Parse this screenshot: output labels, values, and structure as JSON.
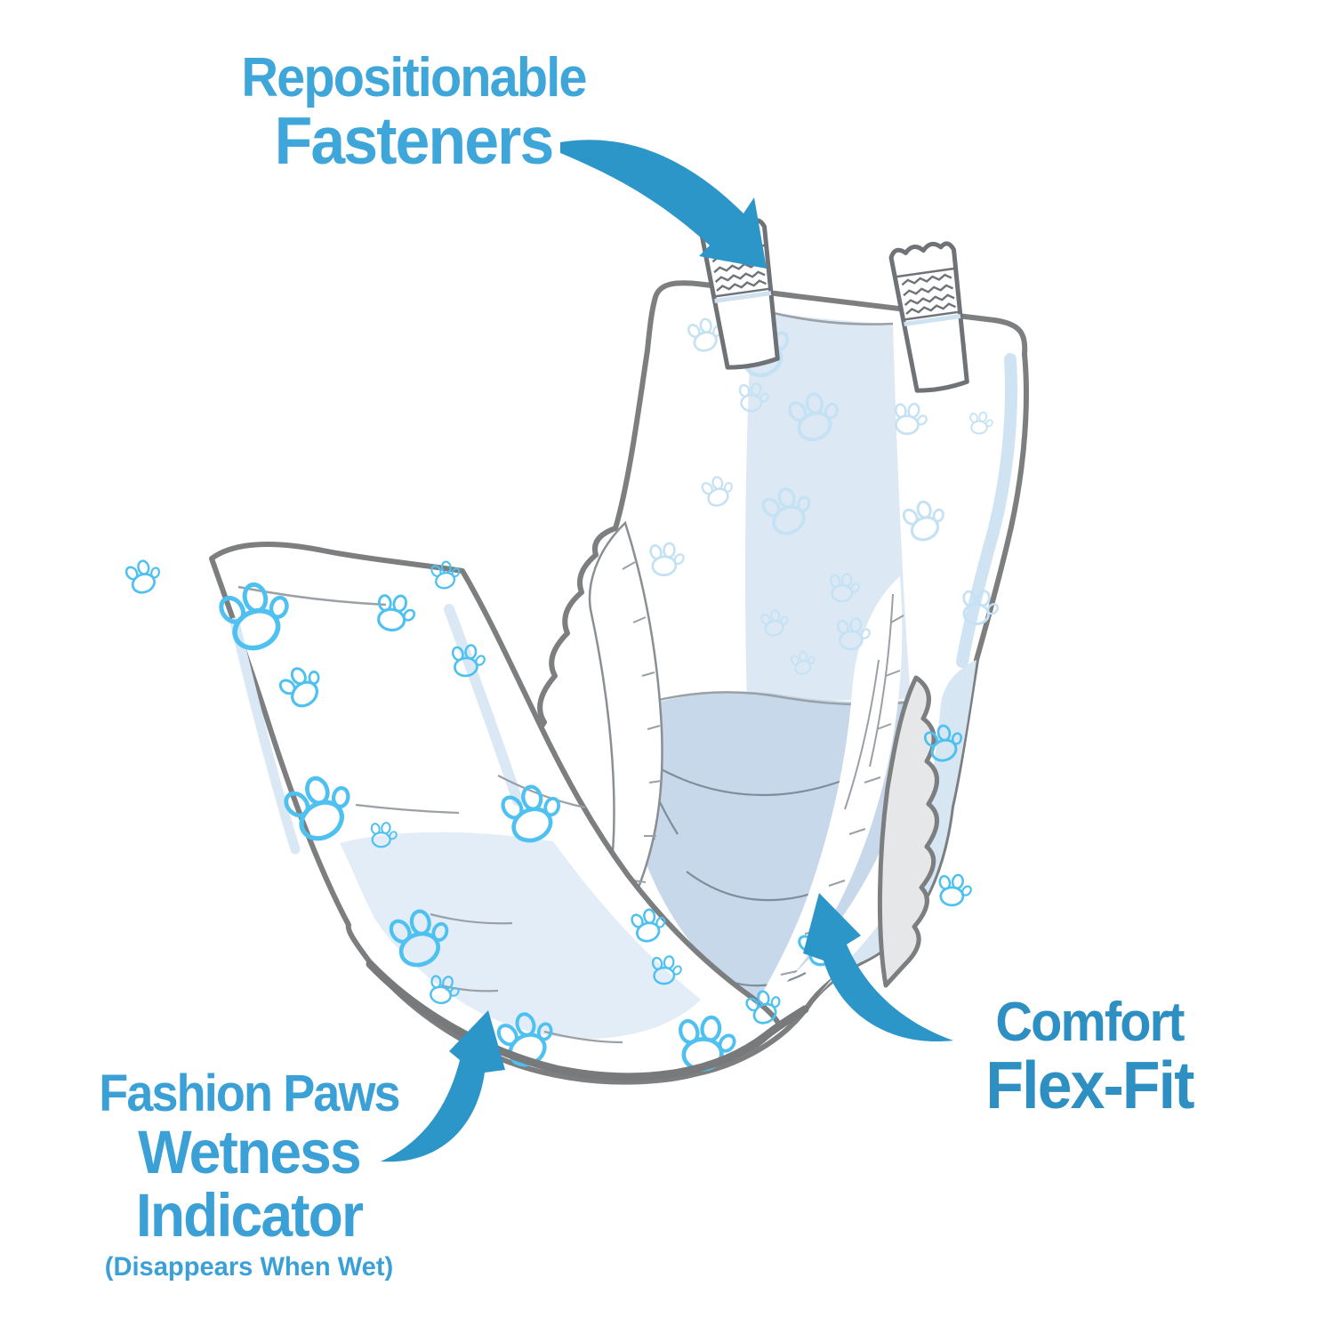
{
  "background": "#FFFFFF",
  "colors": {
    "label_blue": "#3FA6DA",
    "label_blue_dark": "#2E8FC2",
    "label_blue_mid": "#3AA0D6",
    "arrow_blue": "#2D96C9",
    "outline_gray": "#7C7E80",
    "outline_soft": "#9AA0A6",
    "pad_light": "#DCE9F5",
    "pad_lighter": "#E3EDF8",
    "pad_crotch": "#C6D8E9",
    "paw_bright": "#4FC1F0",
    "paw_pale": "#C5E1F4",
    "ruffle_gray": "#E6E7E9",
    "wrinkle_blue": "#7E8E9C"
  },
  "callouts": {
    "fasteners": {
      "line1": "Repositionable",
      "line2": "Fasteners"
    },
    "flex_fit": {
      "line1": "Comfort",
      "line2": "Flex-Fit"
    },
    "wetness": {
      "line1": "Fashion Paws",
      "line2": "Wetness",
      "line3": "Indicator",
      "note": "(Disappears When Wet)"
    }
  }
}
